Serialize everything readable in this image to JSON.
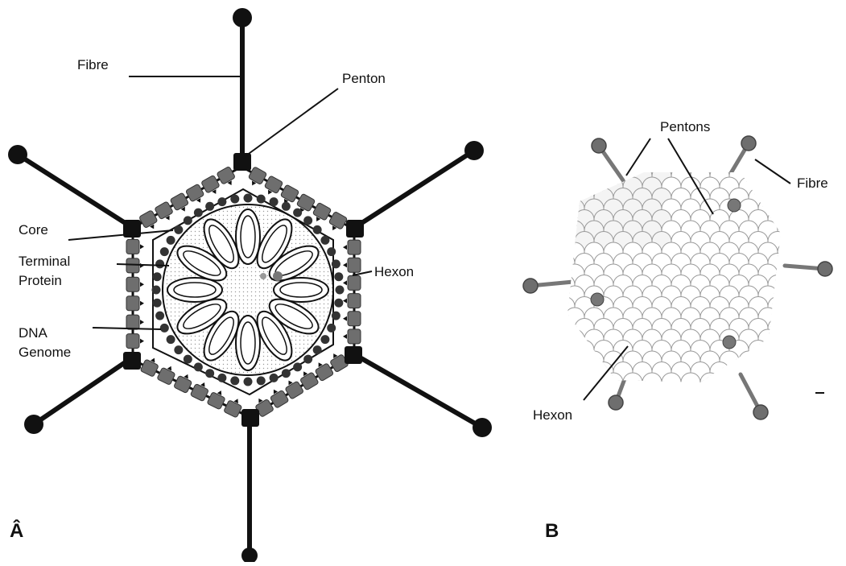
{
  "panel_a": {
    "panel_label": "Â",
    "labels": {
      "fibre": "Fibre",
      "penton": "Penton",
      "core": "Core",
      "terminal_protein_line1": "Terminal",
      "terminal_protein_line2": "Protein",
      "hexon": "Hexon",
      "dna_genome_line1": "DNA",
      "dna_genome_line2": "Genome"
    }
  },
  "panel_b": {
    "panel_label": "B",
    "labels": {
      "pentons": "Pentons",
      "fibre": "Fibre",
      "hexon": "Hexon"
    }
  },
  "colors": {
    "line": "#111111",
    "capsomer": "#6e6e6e",
    "sphere_outline": "#9a9a9a",
    "penton_b": "#777777"
  }
}
